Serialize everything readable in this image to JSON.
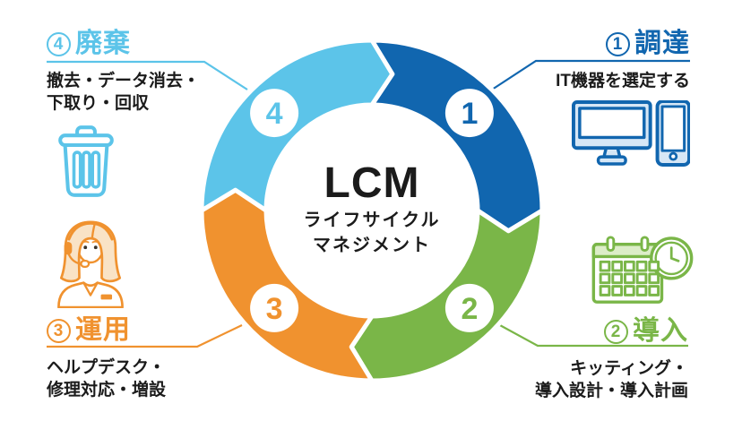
{
  "center": {
    "title": "LCM",
    "subtitle_lines": [
      "ライフサイクル",
      "マネジメント"
    ]
  },
  "ring": {
    "direction": "clockwise",
    "segments": [
      {
        "num": "1",
        "title": "調達",
        "desc_lines": [
          "IT機器を選定する"
        ],
        "color": "#1166af",
        "icon": "desktop-and-tablet",
        "icon_fill": "#d6e7f6",
        "position": "top-right"
      },
      {
        "num": "2",
        "title": "導入",
        "desc_lines": [
          "キッティング・",
          "導入設計・導入計画"
        ],
        "color": "#7ab648",
        "icon": "calendar-with-clock",
        "icon_fill": "#dcedc8",
        "position": "bottom-right"
      },
      {
        "num": "3",
        "title": "運用",
        "desc_lines": [
          "ヘルプデスク・",
          "修理対応・増設"
        ],
        "color": "#f0922f",
        "icon": "helpdesk-operator",
        "icon_fill": "#f9e3c6",
        "position": "bottom-left"
      },
      {
        "num": "4",
        "title": "廃棄",
        "desc_lines": [
          "撤去・データ消去・",
          "下取り・回収"
        ],
        "color": "#5cc4e9",
        "icon": "trash-can",
        "icon_fill": "#ffffff",
        "position": "top-left"
      }
    ]
  },
  "colors": {
    "background": "#ffffff",
    "text": "#1b1b1b"
  }
}
